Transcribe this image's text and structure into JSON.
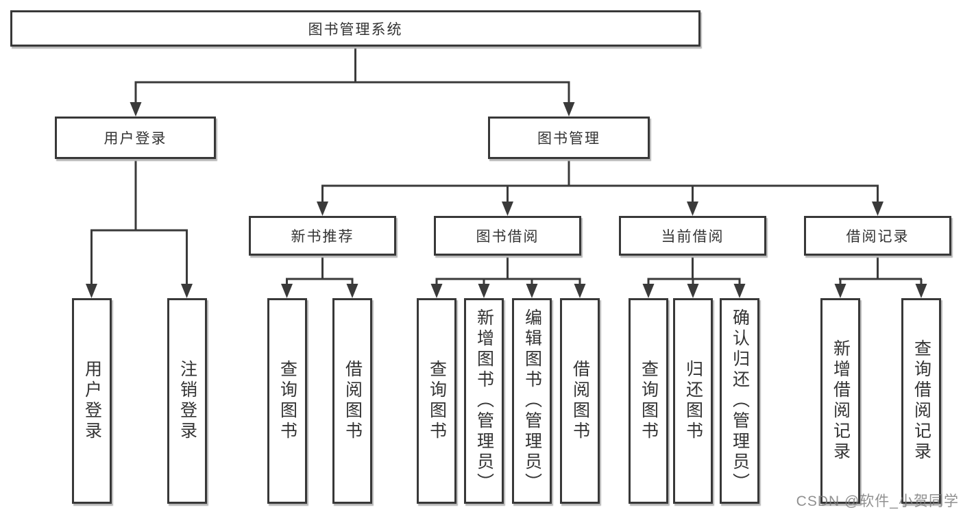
{
  "diagram": {
    "root": "图书管理系统",
    "branches": [
      {
        "label": "用户登录",
        "children": [
          "用户登录",
          "注销登录"
        ]
      },
      {
        "label": "图书管理",
        "groups": [
          {
            "label": "新书推荐",
            "children": [
              "查询图书",
              "借阅图书"
            ]
          },
          {
            "label": "图书借阅",
            "children": [
              "查询图书",
              "新增图书（管理员）",
              "编辑图书（管理员）",
              "借阅图书"
            ]
          },
          {
            "label": "当前借阅",
            "children": [
              "查询图书",
              "归还图书",
              "确认归还（管理员）"
            ]
          },
          {
            "label": "借阅记录",
            "children": [
              "新增借阅记录",
              "查询借阅记录"
            ]
          }
        ]
      }
    ]
  },
  "watermark": "CSDN @软件_小贺同学",
  "colors": {
    "line": "#3a3a3a",
    "box_border": "#383838",
    "box_background": "#ffffff",
    "box_shadow": "#b8b8b8",
    "text": "#333333",
    "watermark": "#7d7d7d"
  }
}
